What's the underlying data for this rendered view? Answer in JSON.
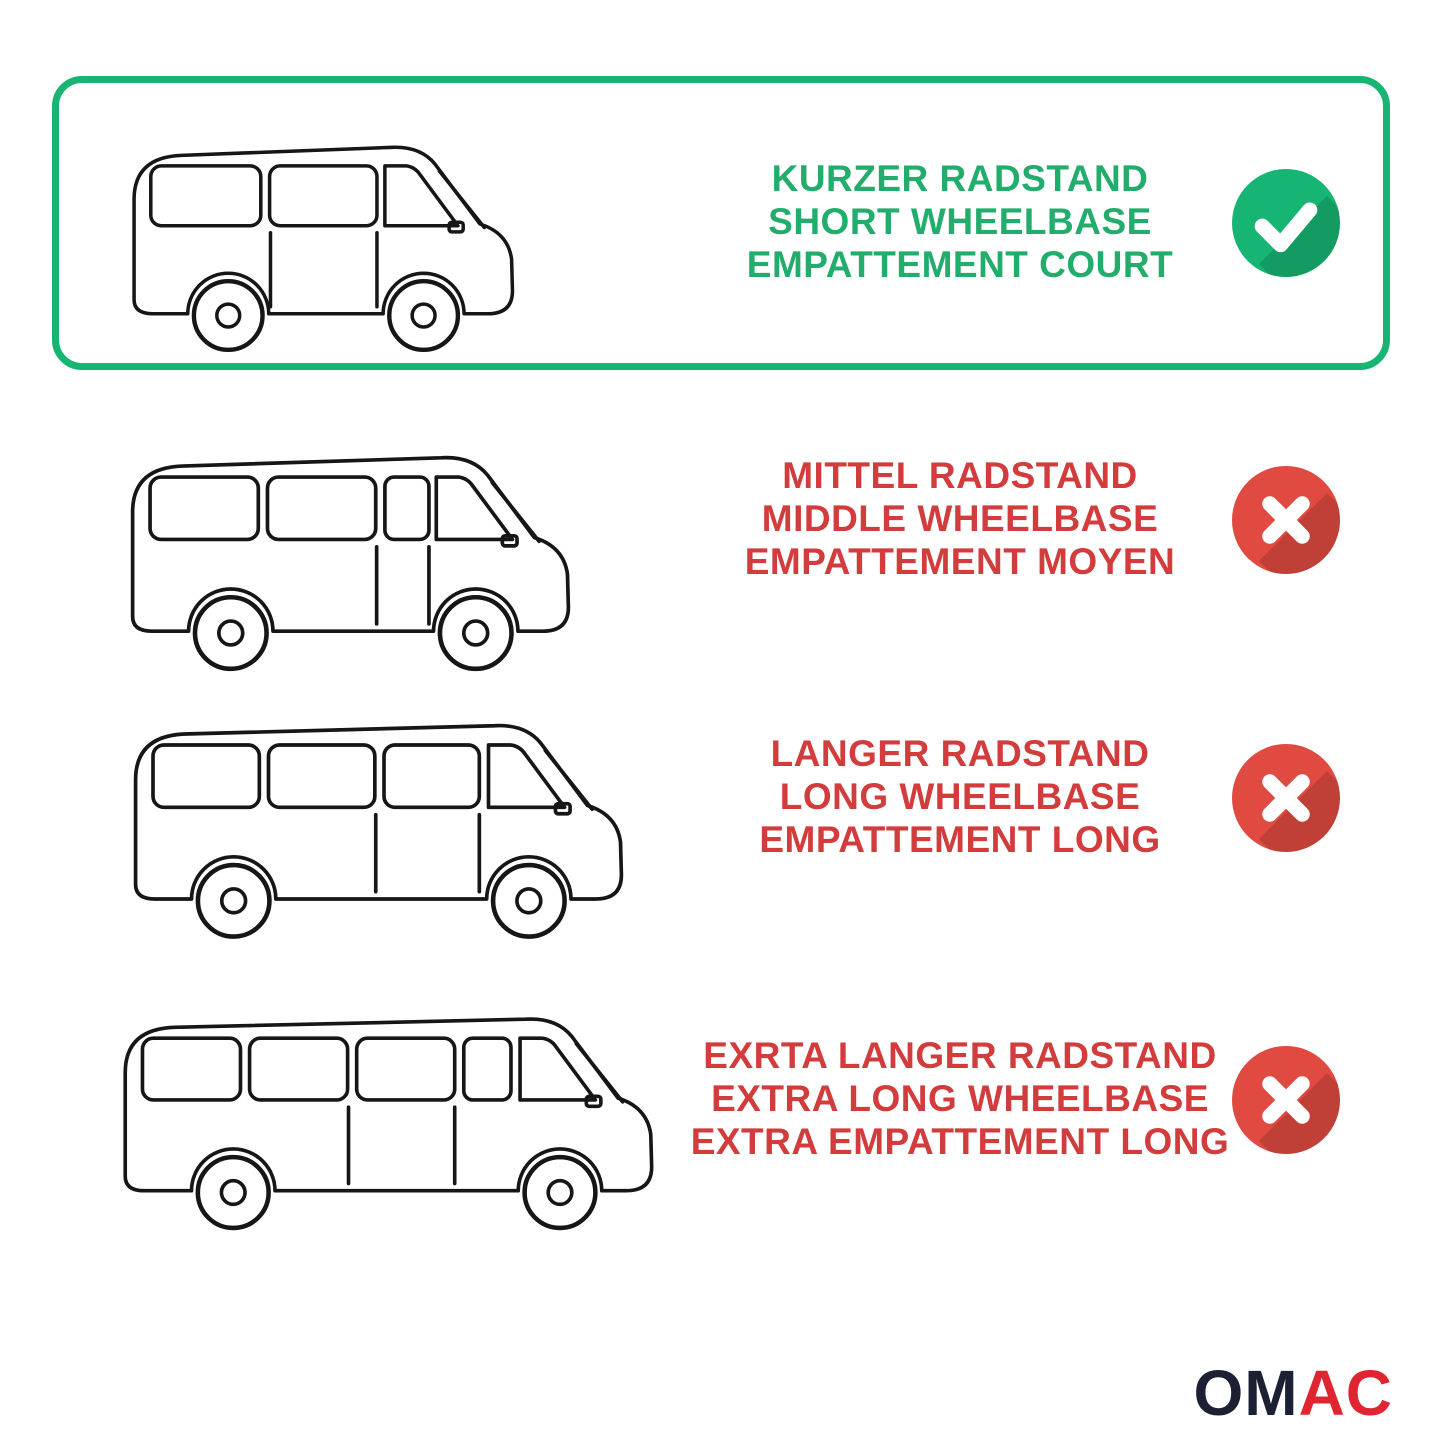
{
  "rows": [
    {
      "id": "short-wheelbase",
      "status": "check",
      "selected": true,
      "lines": [
        "KURZER RADSTAND",
        "SHORT WHEELBASE",
        "EMPATTEMENT COURT"
      ]
    },
    {
      "id": "middle-wheelbase",
      "status": "cross",
      "selected": false,
      "lines": [
        "MITTEL RADSTAND",
        "MIDDLE WHEELBASE",
        "EMPATTEMENT MOYEN"
      ]
    },
    {
      "id": "long-wheelbase",
      "status": "cross",
      "selected": false,
      "lines": [
        "LANGER RADSTAND",
        "LONG WHEELBASE",
        "EMPATTEMENT LONG"
      ]
    },
    {
      "id": "extra-long-wheelbase",
      "status": "cross",
      "selected": false,
      "lines": [
        "EXRTA LANGER RADSTAND",
        "EXTRA LONG WHEELBASE",
        "EXTRA EMPATTEMENT LONG"
      ]
    }
  ],
  "icons": {
    "check": "check-icon",
    "cross": "cross-icon"
  },
  "colors": {
    "accent_green": "#17b573",
    "accent_green_text": "#22ad6c",
    "accent_red": "#e04a41",
    "accent_red_text": "#d23c3c",
    "logo_dark": "#1c2033",
    "logo_red": "#e02532"
  },
  "logo": {
    "text_dark": "OM",
    "text_red": "AC"
  }
}
